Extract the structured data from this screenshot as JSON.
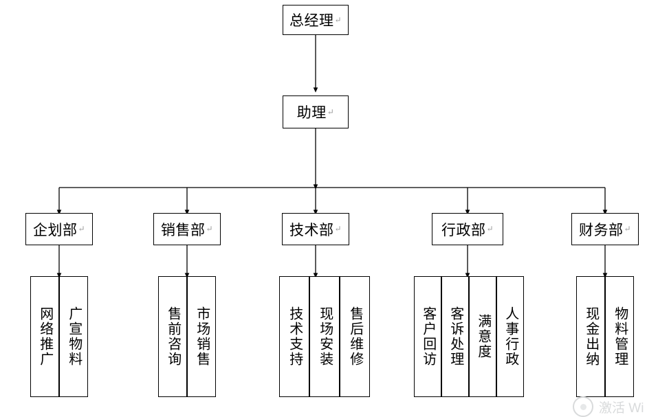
{
  "diagram": {
    "type": "org-chart",
    "title_node": {
      "label": "总经理",
      "mark": "↵"
    },
    "assistant_node": {
      "label": "助理",
      "mark": "↵"
    },
    "departments": [
      {
        "id": "planning",
        "label": "企划部",
        "mark": "↵",
        "children": [
          {
            "label": "网络推广",
            "mark": "↵"
          },
          {
            "label": "广宣物料",
            "mark": "↵"
          }
        ]
      },
      {
        "id": "sales",
        "label": "销售部",
        "mark": "↵",
        "children": [
          {
            "label": "售前咨询",
            "mark": "↵"
          },
          {
            "label": "市场销售",
            "mark": "↵"
          }
        ]
      },
      {
        "id": "technical",
        "label": "技术部",
        "mark": "↵",
        "children": [
          {
            "label": "技术支持",
            "mark": "↵"
          },
          {
            "label": "现场安装",
            "mark": "↵"
          },
          {
            "label": "售后维修",
            "mark": "↵"
          }
        ]
      },
      {
        "id": "administration",
        "label": "行政部",
        "mark": "↵",
        "children": [
          {
            "label": "客户回访",
            "mark": "↵"
          },
          {
            "label": "客诉处理",
            "mark": "↵"
          },
          {
            "label": "满意度",
            "mark": "↵"
          },
          {
            "label": "人事行政",
            "mark": "↵"
          }
        ]
      },
      {
        "id": "finance",
        "label": "财务部",
        "mark": "↵",
        "children": [
          {
            "label": "现金出纳",
            "mark": "↵"
          },
          {
            "label": "物料管理",
            "mark": "↵"
          }
        ]
      }
    ]
  },
  "watermark": {
    "text": "激活 Wi"
  },
  "colors": {
    "line": "#000000",
    "box_border": "#000000",
    "background": "#ffffff",
    "text": "#000000",
    "mark": "#9a9a9a",
    "watermark": "#d8dadb"
  }
}
